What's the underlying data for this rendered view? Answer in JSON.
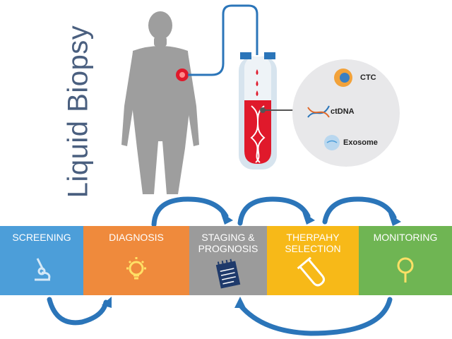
{
  "title": "Liquid Biopsy",
  "biomarkers": [
    {
      "label": "CTC",
      "icon": "cell-icon"
    },
    {
      "label": "ctDNA",
      "icon": "dna-strand-icon"
    },
    {
      "label": "Exosome",
      "icon": "vesicle-icon"
    }
  ],
  "stages": [
    {
      "label": "SCREENING",
      "icon": "microscope-icon",
      "color": "#4c9ed9"
    },
    {
      "label": "DIAGNOSIS",
      "icon": "lightbulb-icon",
      "color": "#ef8a3c"
    },
    {
      "label": "STAGING &\nPROGNOSIS",
      "icon": "notepad-icon",
      "color": "#9b9b9b"
    },
    {
      "label": "THERPAHY\nSELECTION",
      "icon": "test-tube-icon",
      "color": "#f7b918"
    },
    {
      "label": "MONITORING",
      "icon": "magnifier-icon",
      "color": "#6fb553"
    }
  ],
  "colors": {
    "arrow": "#2b75b9",
    "blood": "#e0192b",
    "title": "#4a5f7f"
  }
}
